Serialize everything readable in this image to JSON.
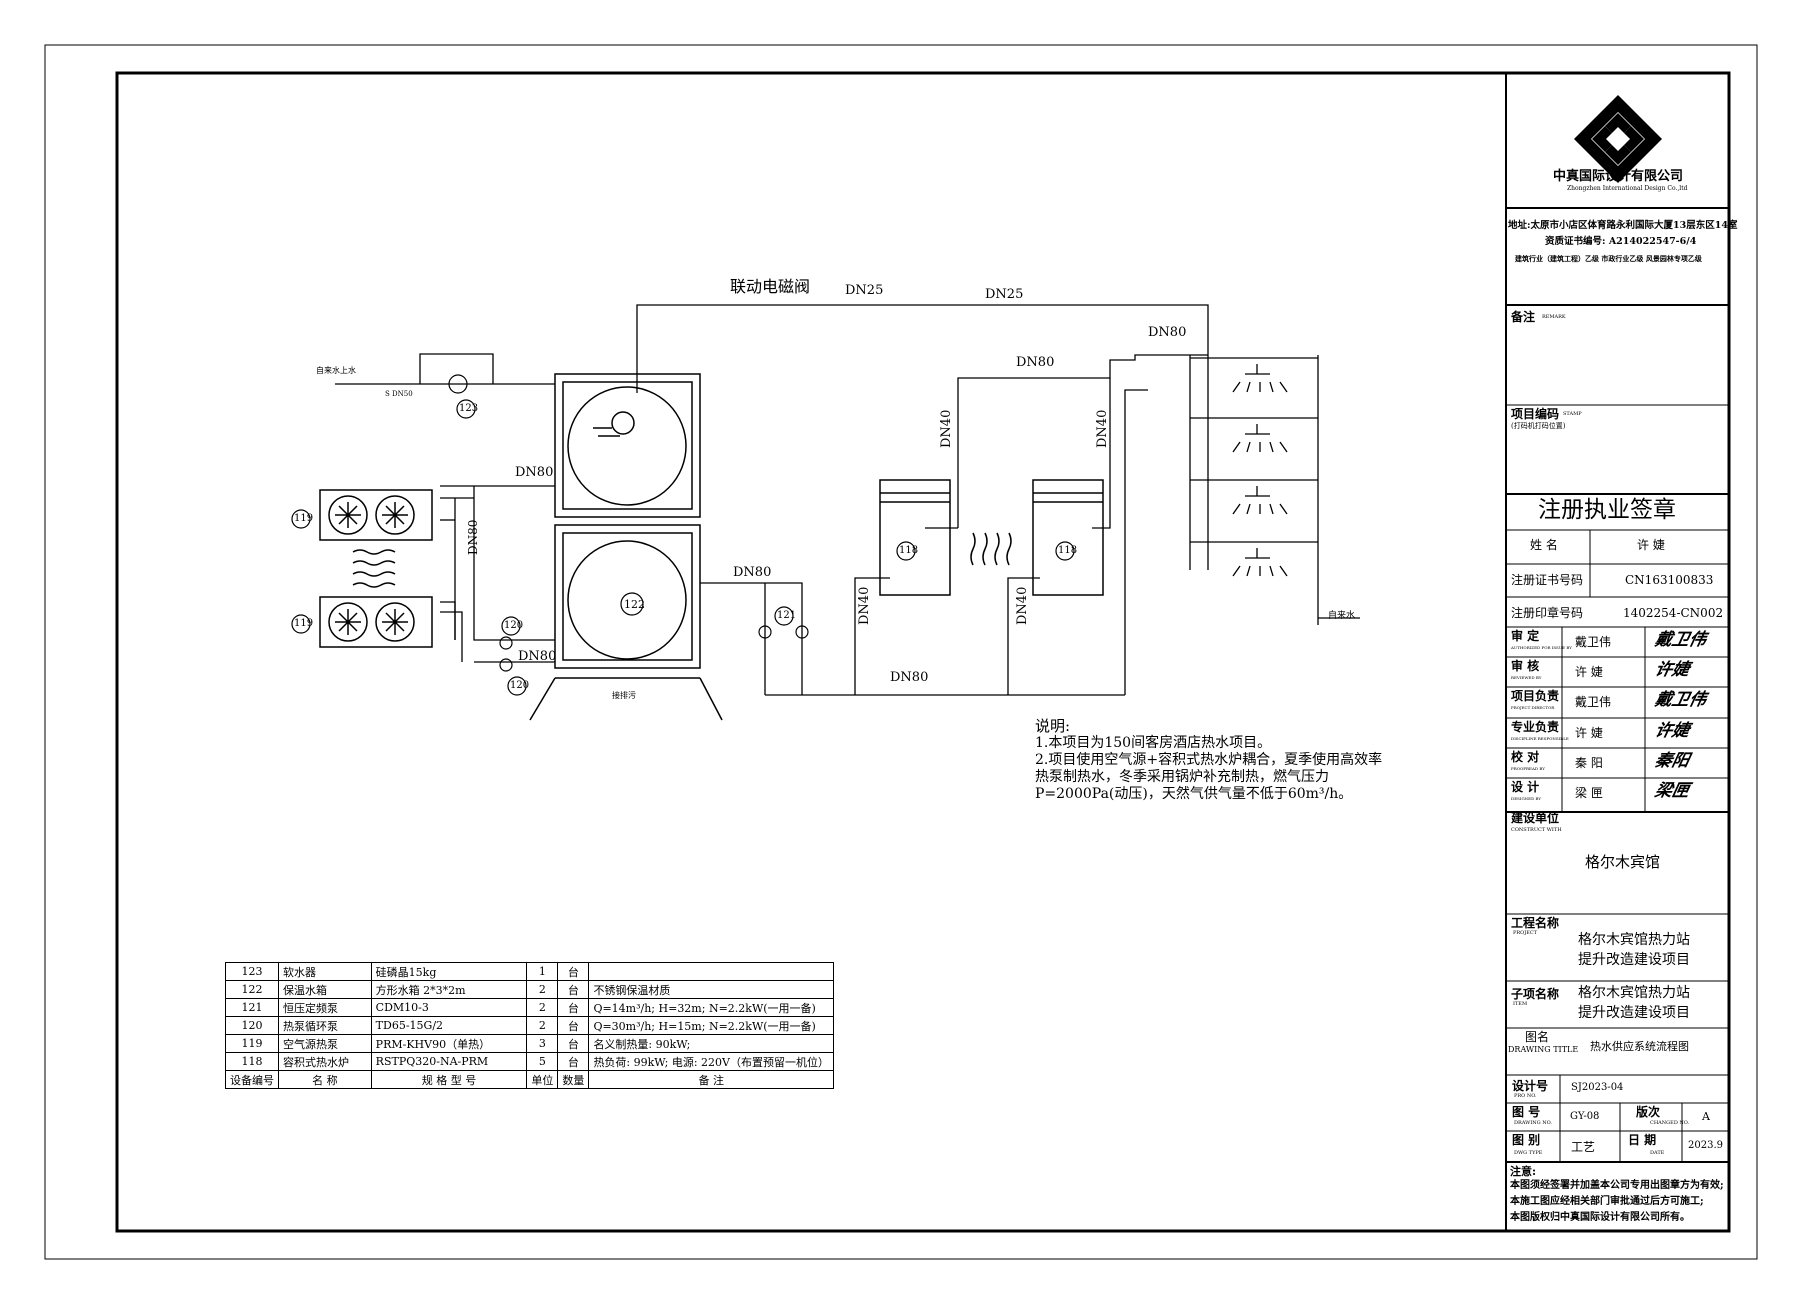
{
  "company": {
    "name_cn": "中真国际设计有限公司",
    "name_en": "Zhongzhen International Design Co.,ltd",
    "address": "地址:太原市小店区体育路永利国际大厦13层东区14室",
    "cert": "资质证书编号: A214022547-6/4",
    "grade": "建筑行业（建筑工程）乙级  市政行业乙级  风景园林专项乙级"
  },
  "titleblock": {
    "remark_label": "备注",
    "remark_en": "REMARK",
    "stamp_label": "项目编码",
    "stamp_en": "STAMP",
    "stamp_note": "(打码机打码位置)",
    "reg_title": "注册执业签章",
    "name_label": "姓  名",
    "name_value": "许  婕",
    "reg_no_label": "注册证书号码",
    "reg_no_value": "CN163100833",
    "seal_no_label": "注册印章号码",
    "seal_no_value": "1402254-CN002",
    "roles": [
      {
        "label": "审  定",
        "en": "AUTHORIZED FOR ISSUE BY",
        "name": "戴卫伟",
        "sig": "戴卫伟"
      },
      {
        "label": "审  核",
        "en": "REVIEWED BY",
        "name": "许  婕",
        "sig": "许婕"
      },
      {
        "label": "项目负责",
        "en": "PROJECT DIRECTOR",
        "name": "戴卫伟",
        "sig": "戴卫伟"
      },
      {
        "label": "专业负责",
        "en": "DISCIPLINE RESPONSIBLE",
        "name": "许  婕",
        "sig": "许婕"
      },
      {
        "label": "校  对",
        "en": "PROOFREAD BY",
        "name": "秦  阳",
        "sig": "秦阳"
      },
      {
        "label": "设  计",
        "en": "DESIGNED BY",
        "name": "梁  匣",
        "sig": "梁匣"
      }
    ],
    "client_label": "建设单位",
    "client_en": "CONSTRUCT WITH",
    "client_value": "格尔木宾馆",
    "project_label": "工程名称",
    "project_en": "PROJECT",
    "project_line1": "格尔木宾馆热力站",
    "project_line2": "提升改造建设项目",
    "item_label": "子项名称",
    "item_en": "ITEM",
    "item_line1": "格尔木宾馆热力站",
    "item_line2": "提升改造建设项目",
    "drawing_title_label": "图名",
    "drawing_title_en": "DRAWING TITLE",
    "drawing_title_value": "热水供应系统流程图",
    "design_no_label": "设计号",
    "design_no_en": "PRO NO.",
    "design_no_value": "SJ2023-04",
    "drawing_no_label": "图  号",
    "drawing_no_en": "DRAWING NO.",
    "drawing_no_value": "GY-08",
    "version_label": "版次",
    "version_en": "CHANGED NO.",
    "version_value": "A",
    "type_label": "图  别",
    "type_en": "DWG TYPE",
    "type_value": "工艺",
    "date_label": "日  期",
    "date_en": "DATE",
    "date_value": "2023.9",
    "notice_title": "注意:",
    "notice": [
      "本图须经签署并加盖本公司专用出图章方为有效;",
      "本施工图应经相关部门审批通过后方可施工;",
      "本图版权归中真国际设计有限公司所有。"
    ]
  },
  "diagram": {
    "valve_label": "联动电磁阀",
    "dn25_a": "DN25",
    "dn25_b": "DN25",
    "dn80_top": "DN80",
    "dn80_mid": "DN80",
    "dn80_left": "DN80",
    "dn80_vert": "DN80",
    "dn80_tank": "DN80",
    "dn80_pump": "DN80",
    "dn80_bottom": "DN80",
    "dn40_1": "DN40",
    "dn40_2": "DN40",
    "dn40_3": "DN40",
    "dn40_4": "DN40",
    "dn50": "S DN50",
    "tap_water_in": "自来水上水",
    "tap_water": "自来水",
    "drain": "接排污",
    "tags": {
      "t119a": "119",
      "t119b": "119",
      "t120a": "120",
      "t120b": "120",
      "t121": "121",
      "t122": "122",
      "t123": "123",
      "t118a": "118",
      "t118b": "118"
    }
  },
  "notes": {
    "title": "说明:",
    "lines": [
      "1.本项目为150间客房酒店热水项目。",
      "2.项目使用空气源+容积式热水炉耦合，夏季使用高效率",
      "热泵制热水，冬季采用锅炉补充制热，燃气压力",
      "P=2000Pa(动压)，天然气供气量不低于60m³/h。"
    ]
  },
  "equipment": {
    "rows": [
      [
        "123",
        "软水器",
        "硅磷晶15kg",
        "1",
        "台",
        ""
      ],
      [
        "122",
        "保温水箱",
        "方形水箱 2*3*2m",
        "2",
        "台",
        "不锈钢保温材质"
      ],
      [
        "121",
        "恒压定频泵",
        "CDM10-3",
        "2",
        "台",
        "Q=14m³/h; H=32m; N=2.2kW(一用一备)"
      ],
      [
        "120",
        "热泵循环泵",
        "TD65-15G/2",
        "2",
        "台",
        "Q=30m³/h; H=15m; N=2.2kW(一用一备)"
      ],
      [
        "119",
        "空气源热泵",
        "PRM-KHV90（单热）",
        "3",
        "台",
        "名义制热量: 90kW;"
      ],
      [
        "118",
        "容积式热水炉",
        "RSTPQ320-NA-PRM",
        "5",
        "台",
        "热负荷: 99kW; 电源: 220V（布置预留一机位）"
      ]
    ],
    "header": [
      "设备编号",
      "名  称",
      "规 格 型 号",
      "单位",
      "数量",
      "备  注"
    ]
  }
}
